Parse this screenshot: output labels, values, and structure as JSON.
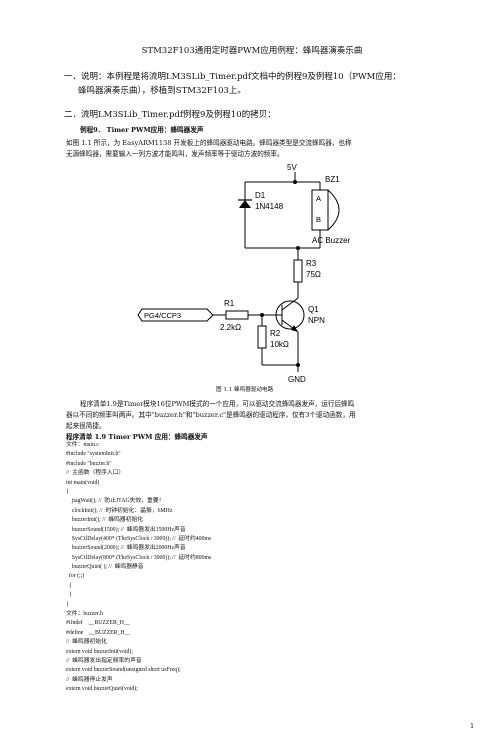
{
  "title": "STM32F103通用定时器PWM应用例程：蜂鸣器演奏乐曲",
  "section1": {
    "line1": "一．说明：本例程是将流明LM3SLib_Timer.pdf文档中的例程9及例程10（PWM应用：",
    "line2": "蜂鸣器演奏乐曲），移植到STM32F103上。"
  },
  "section2": {
    "heading": "二．流明LM3SLib_Timer.pdf例程9及例程10的拷贝：",
    "example_title": "例程9． Timer PWM应用：蜂鸣器发声",
    "para1_line1": "如图 1.1 所示，为 EasyARM1138 开发板上的蜂鸣器驱动电路。蜂鸣器类型是交流蜂鸣器，也称",
    "para1_line2": "无源蜂鸣器，需要输入一列方波才能鸣叫，发声频率等于驱动方波的频率。"
  },
  "circuit": {
    "vcc": "5V",
    "bz_ref": "BZ1",
    "bz_pin_a": "A",
    "bz_pin_b": "B",
    "bz_name": "AC Buzzer",
    "d_ref": "D1",
    "d_name": "1N4148",
    "r3_ref": "R3",
    "r3_val": "75Ω",
    "r1_ref": "R1",
    "r1_val": "2.2kΩ",
    "q_ref": "Q1",
    "q_type": "NPN",
    "r2_ref": "R2",
    "r2_val": "10kΩ",
    "input": "PG4/CCP3",
    "gnd": "GND",
    "caption": "图 1.1 蜂鸣器驱动电路"
  },
  "para2": {
    "line1": "程序清单1.9是Timer模块16位PWM模式的一个应用，可以驱动交流蜂鸣器发声，运行后蜂鸣",
    "line2": "器以不同的频率叫两声。其中\"buzzer.h\"和\"buzzer.c\"是蜂鸣器的驱动程序，仅有3个驱动函数，用",
    "line3": "起来很简捷。"
  },
  "listing_title": "程序清单 1.9 Timer PWM 应用：蜂鸣器发声",
  "code_lines": [
    "文件：main.c",
    "#include \"systemInit.h\"",
    "#include \"buzzer.h\"",
    "//  主函数（程序入口）",
    "int main(void)",
    "{",
    "    jtagWait(); //  防止JTAG失效，重要！",
    "    clockInit(); //  时钟初始化：晶振，6MHz",
    "    buzzerInit(); //  蜂鸣器初始化",
    "    buzzerSound(1500); //  蜂鸣器发出1500Hz声音",
    "    SysCtlDelay(400* (TheSysClock / 3000)); //  延时约400ms",
    "    buzzerSound(2000); //  蜂鸣器发出2000Hz声音",
    "    SysCtlDelay(800* (TheSysClock / 3000)); //  延时约800ms",
    "    buzzerQuiet( ); //  蜂鸣器静音",
    "  for (;;)",
    "  {",
    "  }",
    "}",
    "文件：buzzer.h",
    "#ifndef    __BUZZER_H__",
    "#define    __BUZZER_H__",
    "//  蜂鸣器初始化",
    "extern void buzzerInit(void);",
    "//  蜂鸣器发出指定频率的声音",
    "extern void buzzerSound(unsigned short usFreq);",
    "//  蜂鸣器停止发声",
    "extern void buzzerQuiet(void);"
  ],
  "page_number": "1"
}
